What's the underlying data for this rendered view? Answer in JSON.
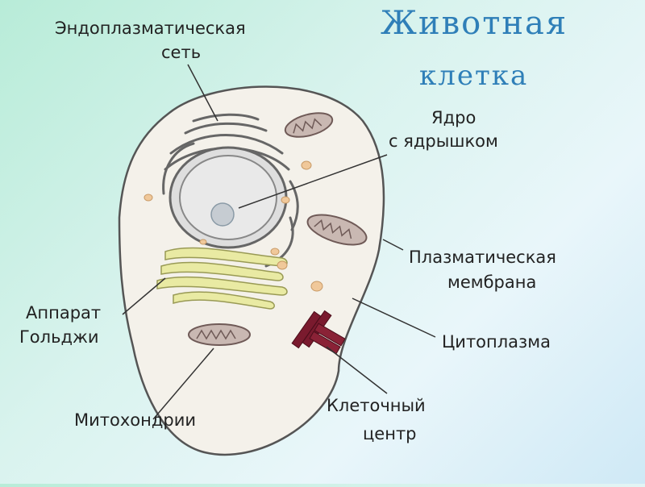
{
  "title": {
    "line1": "Животная",
    "line2": "клетка"
  },
  "labels": {
    "er_line1": "Эндоплазматическая",
    "er_line2": "сеть",
    "nucleus_line1": "Ядро",
    "nucleus_line2": "с ядрышком",
    "membrane_line1": "Плазматическая",
    "membrane_line2": "мембрана",
    "golgi_line1": "Аппарат",
    "golgi_line2": "Гольджи",
    "cytoplasm": "Цитоплазма",
    "centrosome_line1": "Клеточный",
    "centrosome_line2": "центр",
    "mitochondria": "Митохондрии"
  },
  "colors": {
    "title": "#2f7fb8",
    "cytoplasm": "#f4f1ea",
    "golgi": "#e9eaa3",
    "mitochondria": "#c9b8b2",
    "centrosome": "#7a1a2e",
    "granules": "#f0c89a"
  }
}
